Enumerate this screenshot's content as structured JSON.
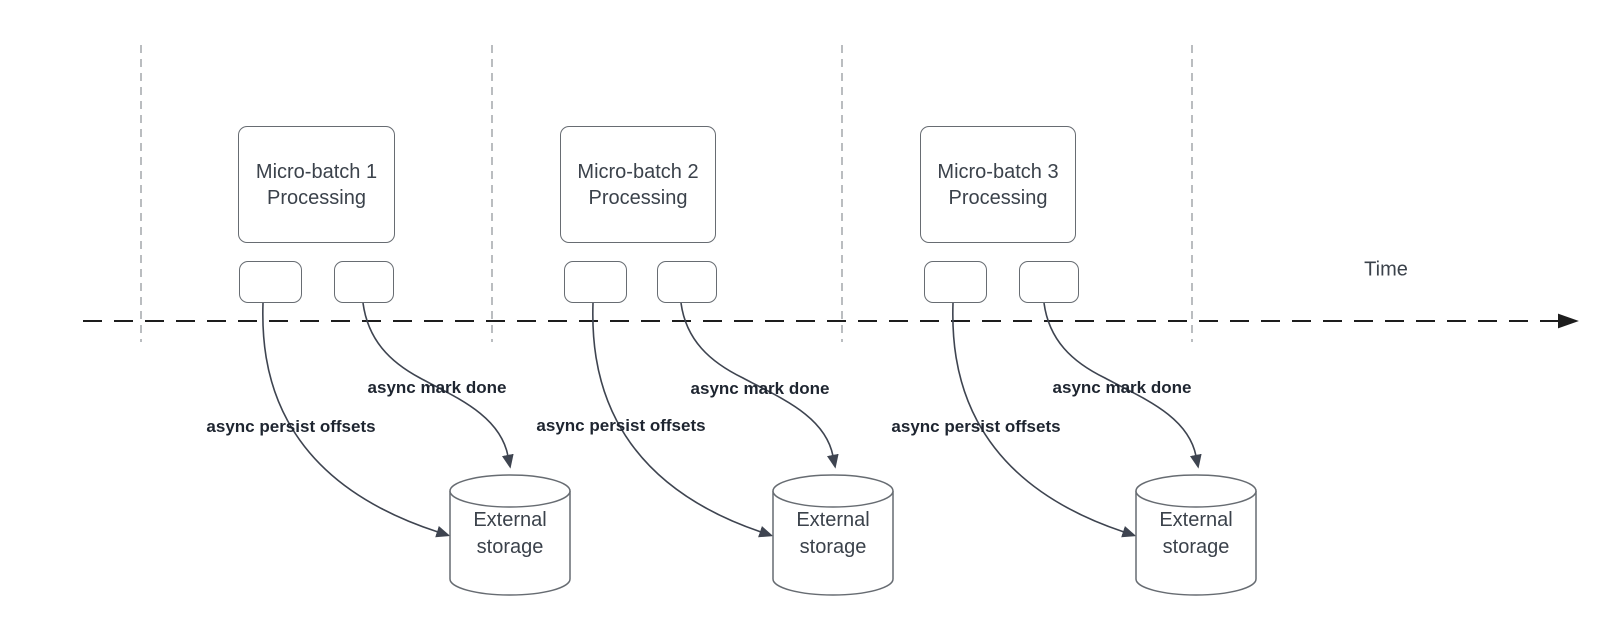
{
  "timeline": {
    "label": "Time"
  },
  "batches": [
    {
      "title_line1": "Micro-batch 1",
      "title_line2": "Processing",
      "persist_label": "async persist offsets",
      "mark_done_label": "async mark done",
      "storage_line1": "External",
      "storage_line2": "storage"
    },
    {
      "title_line1": "Micro-batch 2",
      "title_line2": "Processing",
      "persist_label": "async persist offsets",
      "mark_done_label": "async mark done",
      "storage_line1": "External",
      "storage_line2": "storage"
    },
    {
      "title_line1": "Micro-batch 3",
      "title_line2": "Processing",
      "persist_label": "async persist offsets",
      "mark_done_label": "async mark done",
      "storage_line1": "External",
      "storage_line2": "storage"
    }
  ],
  "colors": {
    "background": "#ffffff",
    "guide_line": "#b3b6b9",
    "axis_line": "#1d1d1d",
    "shape_stroke": "#676c72",
    "curve_stroke": "#3e4450",
    "shape_text": "#3b424b",
    "label_text": "#1e2530"
  }
}
